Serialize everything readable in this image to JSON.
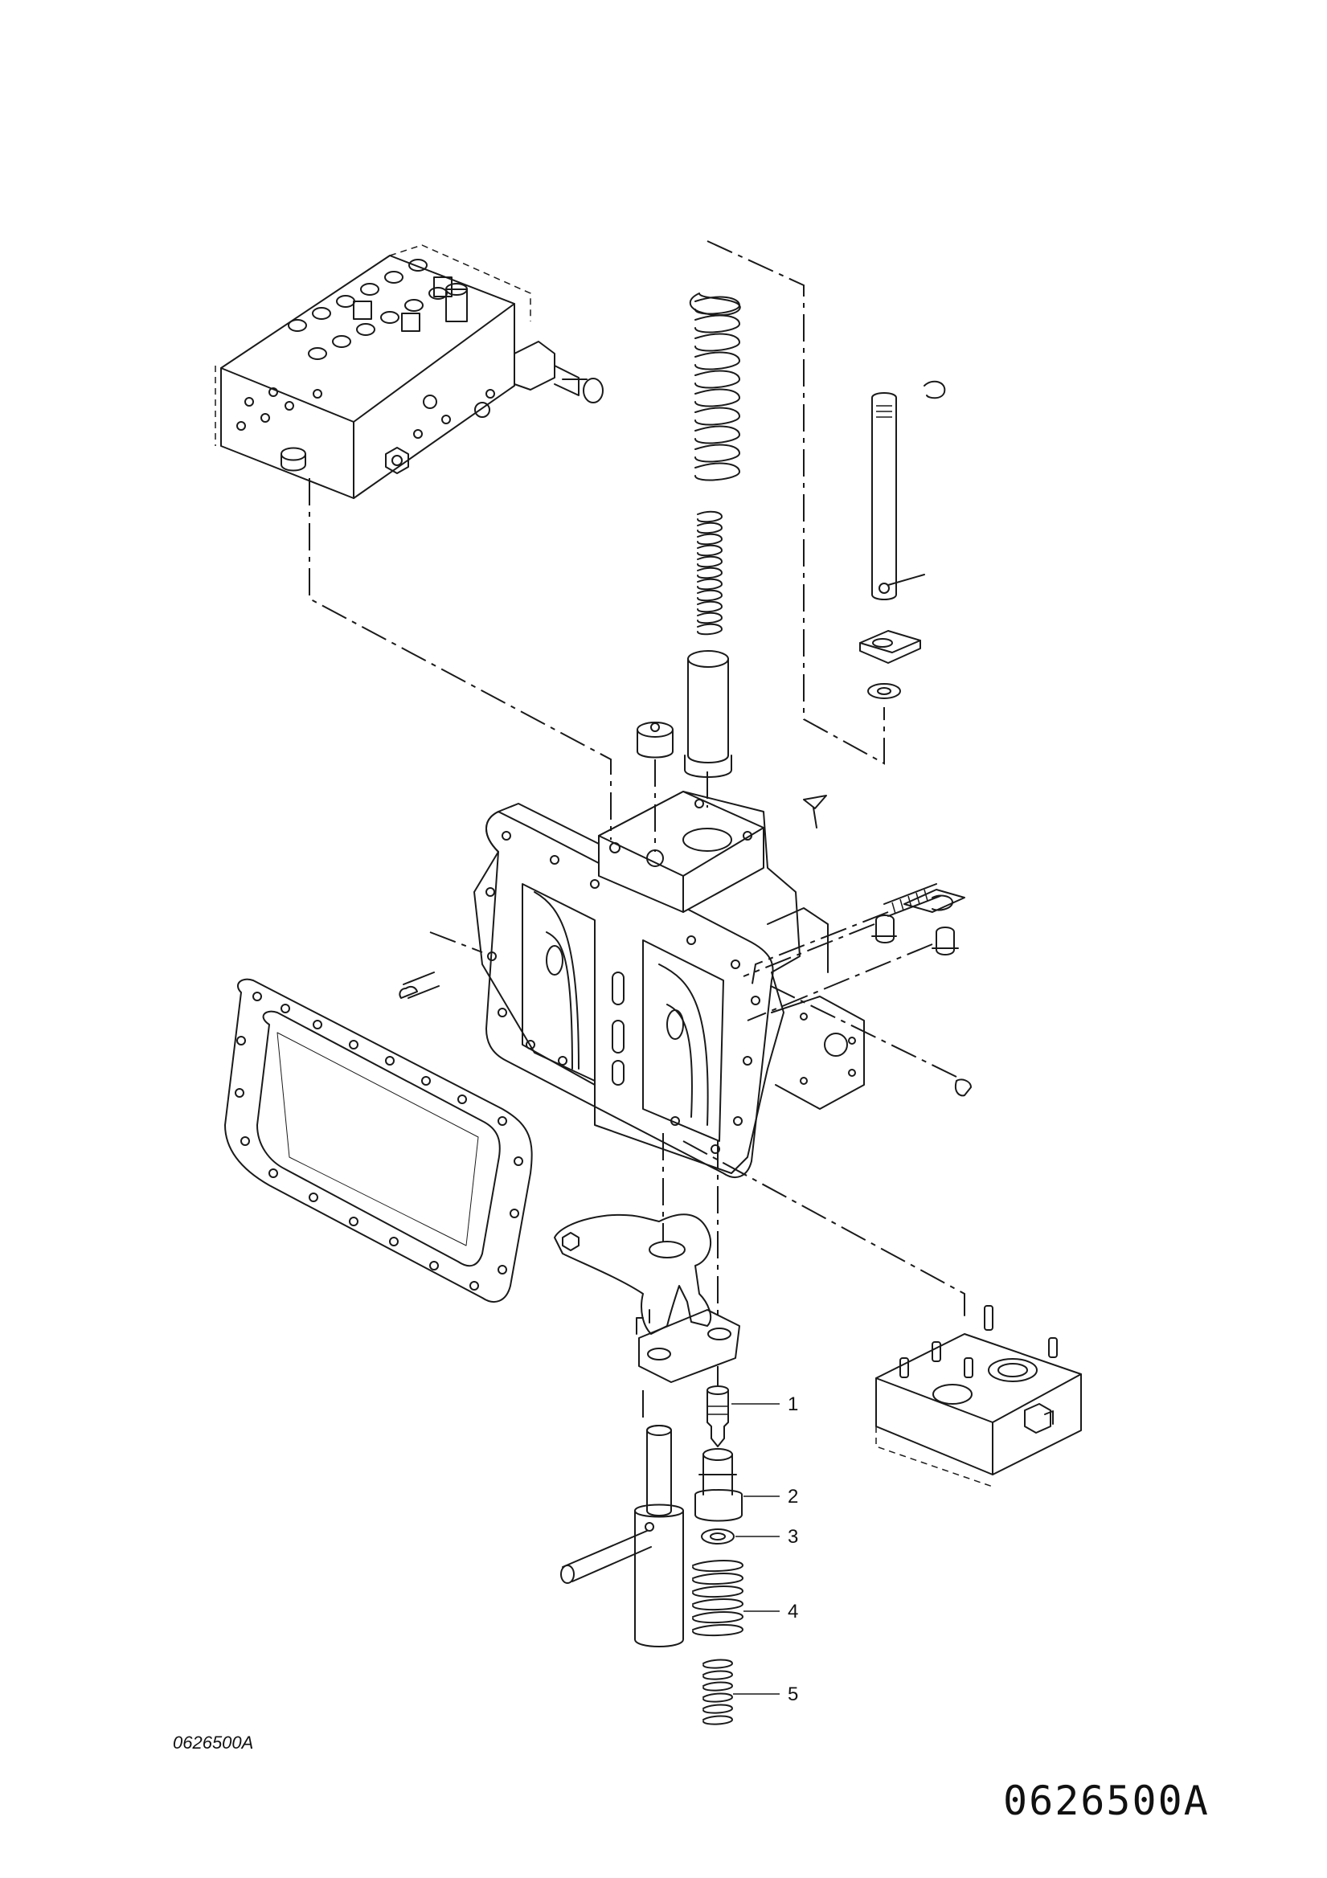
{
  "drawing": {
    "reference_small": "0626500A",
    "reference_large": "0626500A",
    "callouts": [
      {
        "number": "1"
      },
      {
        "number": "2"
      },
      {
        "number": "3"
      },
      {
        "number": "4"
      },
      {
        "number": "5"
      }
    ]
  }
}
